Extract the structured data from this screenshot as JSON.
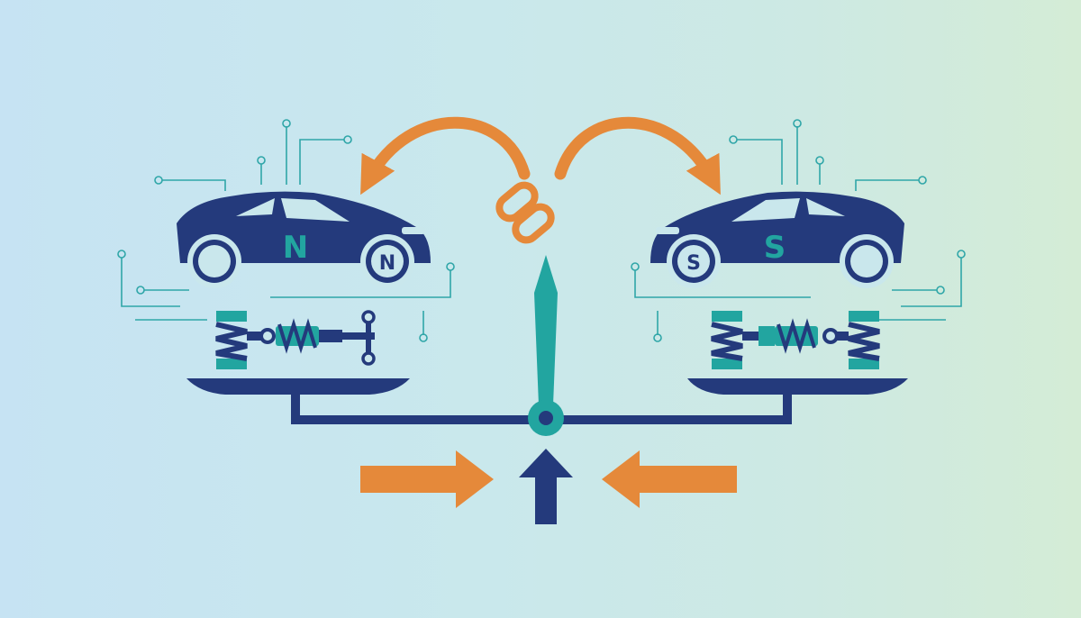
{
  "colors": {
    "navy": "#243a7c",
    "teal": "#22a5a0",
    "orange": "#e5893a",
    "circuit": "#2fa6a8",
    "background_left": "#c6e3f3",
    "background_right": "#d4ecd6"
  },
  "left_car": {
    "body_label": "N",
    "hub_label": "N"
  },
  "right_car": {
    "body_label": "S",
    "hub_label": "S"
  },
  "icons": [
    "car-icon",
    "car-icon",
    "coil-spring-icon",
    "shock-absorber-icon",
    "chain-link-icon",
    "curved-arrow-icon",
    "balance-scale-icon",
    "scale-needle-icon",
    "arrow-right-icon",
    "arrow-left-icon",
    "arrow-up-icon",
    "circuit-trace-icon"
  ]
}
